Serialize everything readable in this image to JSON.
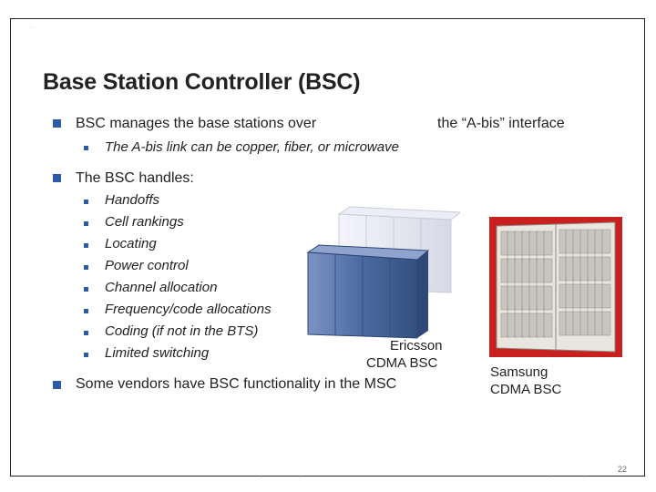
{
  "slide": {
    "title": "Base Station Controller (BSC)",
    "page_number": "22",
    "bullets": [
      {
        "text_left": "BSC manages the base stations over",
        "text_right": "the “A-bis” interface",
        "sub": [
          "The A-bis link can be copper, fiber, or microwave"
        ]
      },
      {
        "text": "The BSC handles:",
        "sub": [
          "Handoffs",
          "Cell rankings",
          "Locating",
          "Power control",
          "Channel allocation",
          "Frequency/code allocations",
          "Coding (if not in the BTS)",
          "Limited switching"
        ]
      },
      {
        "text": "Some vendors have BSC functionality in the MSC"
      }
    ],
    "captions": {
      "ericsson_line1": "Ericsson",
      "ericsson_line2": "CDMA BSC",
      "samsung_line1": "Samsung",
      "samsung_line2": "CDMA BSC"
    },
    "colors": {
      "bullet": "#2a5aa8",
      "photo_background": "#c8201e",
      "cabinet_blue": "#4a6aa0"
    }
  }
}
